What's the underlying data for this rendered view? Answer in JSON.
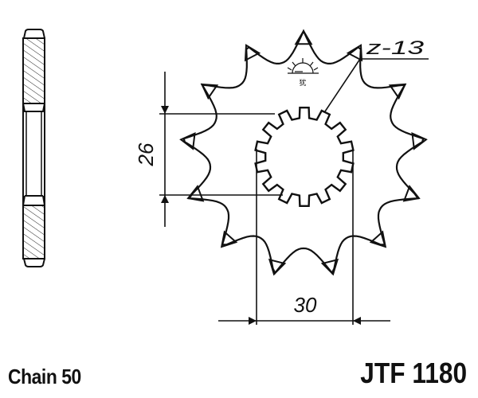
{
  "drawing": {
    "teeth_label": "z-13",
    "dim_vertical_label": "26",
    "dim_horizontal_label": "30",
    "logo_glyph": "犹"
  },
  "footer": {
    "chain_label": "Chain 50",
    "part_number": "JTF 1180"
  },
  "geometry": {
    "outer_teeth": 13,
    "spline_teeth": 14,
    "line_color": "#111111",
    "background": "#ffffff"
  }
}
